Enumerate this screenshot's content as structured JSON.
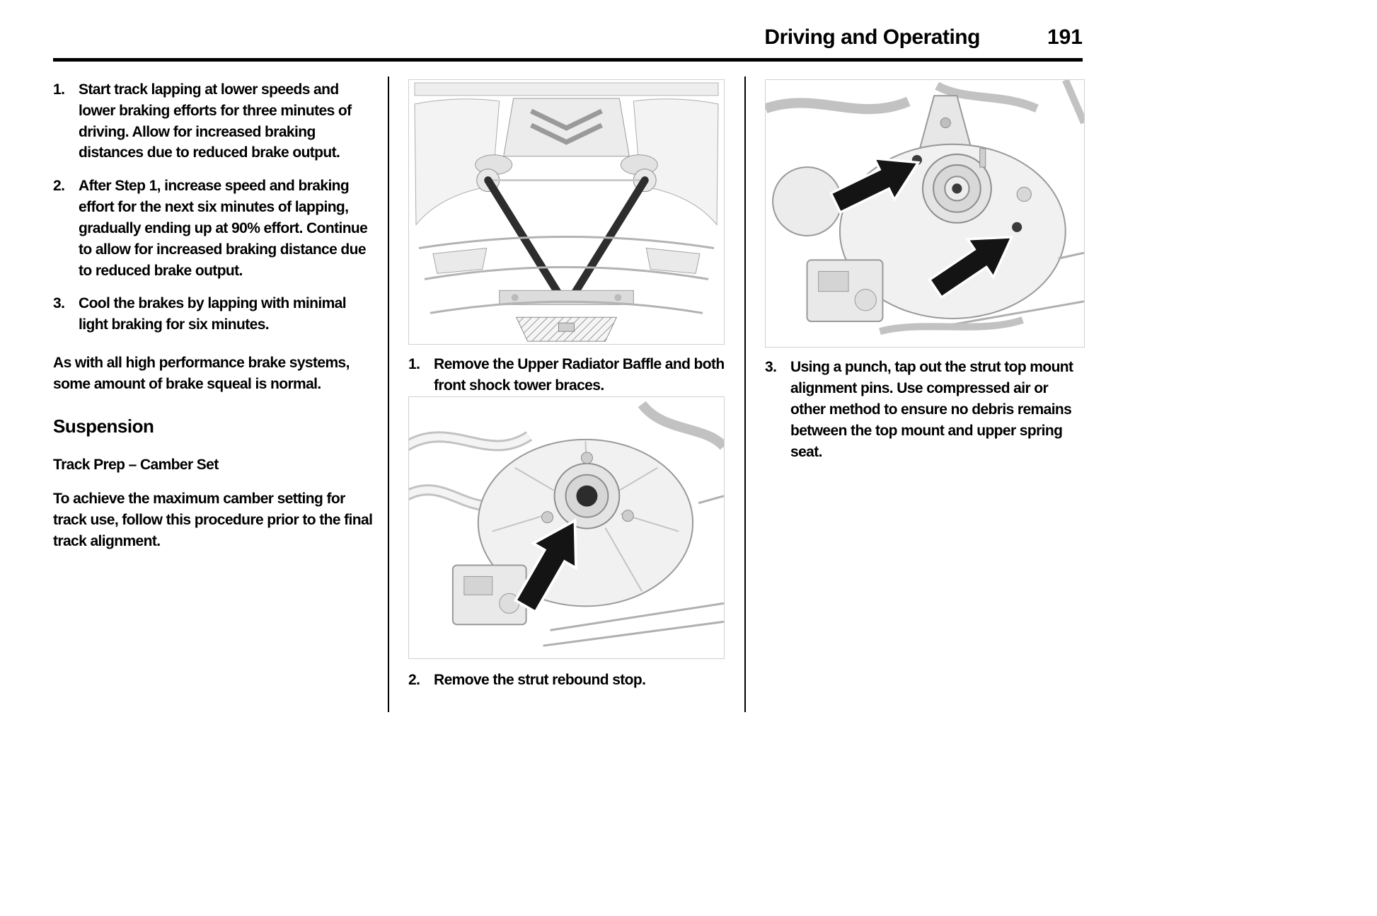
{
  "colors": {
    "text": "#000000",
    "rule": "#000000",
    "column_divider": "#000000",
    "figure_linework": "#9a9a9a",
    "arrow": "#141414"
  },
  "header": {
    "title": "Driving and Operating",
    "page_number": "191"
  },
  "left_column": {
    "steps": [
      {
        "num": "1.",
        "text": "Start track lapping at lower speeds and lower braking efforts for three minutes of driving. Allow for increased braking distances due to reduced brake output."
      },
      {
        "num": "2.",
        "text": "After Step 1, increase speed and braking effort for the next six minutes of lapping, gradually ending up at 90% effort. Continue to allow for increased braking distance due to reduced brake output."
      },
      {
        "num": "3.",
        "text": "Cool the brakes by lapping with minimal light braking for six minutes."
      }
    ],
    "note": "As with all high performance brake systems, some amount of brake squeal is normal.",
    "heading": "Suspension",
    "subheading": "Track Prep – Camber Set",
    "intro": "To achieve the maximum camber setting for track use, follow this procedure prior to the final track alignment."
  },
  "middle_column": {
    "figures": [
      {
        "name": "engine-bay-upper-radiator-baffle-and-tower-braces"
      },
      {
        "name": "strut-tower-rebound-stop-with-arrow"
      }
    ],
    "steps": [
      {
        "num": "1.",
        "text": "Remove the Upper Radiator Baffle and both front shock tower braces."
      },
      {
        "num": "2.",
        "text": "Remove the strut rebound stop."
      }
    ]
  },
  "right_column": {
    "figures": [
      {
        "name": "strut-top-mount-alignment-pins-with-arrows"
      }
    ],
    "steps": [
      {
        "num": "3.",
        "text": "Using a punch, tap out the strut top mount alignment pins. Use compressed air or other method to ensure no debris remains between the top mount and upper spring seat."
      }
    ]
  }
}
